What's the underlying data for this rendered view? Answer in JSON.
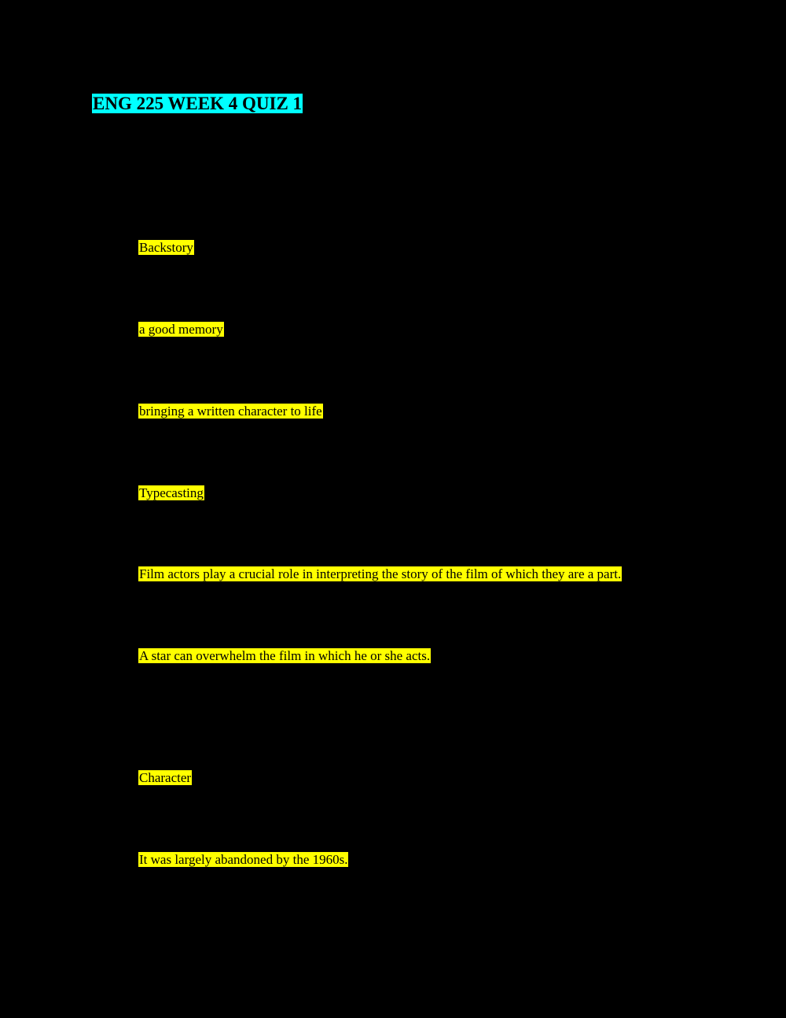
{
  "document": {
    "title": "ENG 225 WEEK 4 QUIZ 1",
    "page_background": "#000000",
    "title_highlight_color": "#00FFFF",
    "answer_highlight_color": "#FFFF00",
    "text_color": "#000000",
    "answers": [
      {
        "text": "Backstory"
      },
      {
        "text": "a good memory"
      },
      {
        "text": "bringing a written character to life"
      },
      {
        "text": "Typecasting"
      },
      {
        "text": "Film actors play a crucial role in interpreting the story of the film of which they are a part."
      },
      {
        "text": "A star can overwhelm the film in which he or she acts."
      },
      {
        "text": "Character"
      },
      {
        "text": "It was largely abandoned by the 1960s."
      }
    ]
  }
}
